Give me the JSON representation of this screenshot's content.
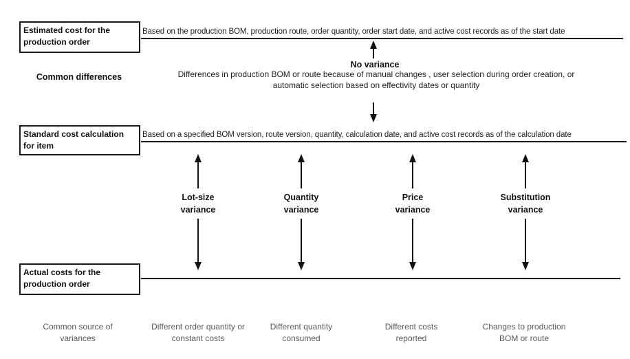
{
  "boxes": {
    "estimated": "Estimated cost for the\nproduction order",
    "standard": "Standard cost calculation\nfor item",
    "actual": "Actual costs for the\nproduction order"
  },
  "rules": {
    "estimated_text": "Based on the production BOM, production route, order quantity, order start date, and active cost records as of the start date",
    "standard_text": "Based on a specified BOM version, route version, quantity, calculation date, and active cost records as of the calculation date"
  },
  "common_differences": {
    "label": "Common differences",
    "title": "No variance",
    "description": "Differences in production BOM or route because of manual changes , user selection during order creation, or\nautomatic selection based on effectivity dates or quantity"
  },
  "variances": [
    {
      "label": "Lot-size\nvariance",
      "source": "Different order quantity or\nconstant costs"
    },
    {
      "label": "Quantity\nvariance",
      "source": "Different quantity\nconsumed"
    },
    {
      "label": "Price\nvariance",
      "source": "Different costs\nreported"
    },
    {
      "label": "Substitution\nvariance",
      "source": "Changes to production\nBOM or route"
    }
  ],
  "footer": {
    "label": "Common source of\nvariances"
  },
  "colors": {
    "line": "#1a1a1a",
    "text": "#222222",
    "muted_text": "#595959",
    "background": "#ffffff"
  }
}
